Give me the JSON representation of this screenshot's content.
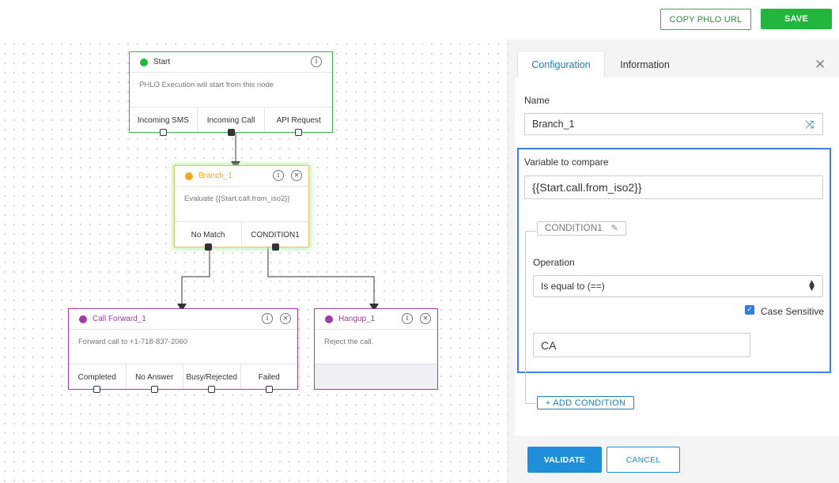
{
  "header": {
    "copy_label": "COPY PHLO URL",
    "save_label": "SAVE"
  },
  "nodes": {
    "start": {
      "title": "Start",
      "body": "PHLO Execution will start from this node",
      "ports": [
        "Incoming SMS",
        "Incoming Call",
        "API Request"
      ],
      "color": "#22b73c"
    },
    "branch": {
      "title": "Branch_1",
      "body": "Evaluate {{Start.call.from_iso2}}",
      "ports": [
        "No Match",
        "CONDITION1"
      ],
      "color": "#f5a623"
    },
    "call_forward": {
      "title": "Call Forward_1",
      "body": "Forward call to +1-718-837-2060",
      "ports": [
        "Completed",
        "No Answer",
        "Busy/Rejected",
        "Failed"
      ],
      "color": "#a13ba7"
    },
    "hangup": {
      "title": "Hangup_1",
      "body": "Reject the call.",
      "color": "#a13ba7"
    }
  },
  "panel": {
    "tabs": [
      {
        "label": "Configuration",
        "active": true
      },
      {
        "label": "Information",
        "active": false
      }
    ],
    "name_label": "Name",
    "name_value": "Branch_1",
    "variable_label": "Variable to compare",
    "variable_value": "{{Start.call.from_iso2}}",
    "condition_name": "CONDITION1",
    "operation_label": "Operation",
    "operation_value": "Is equal to (==)",
    "case_sensitive_label": "Case Sensitive",
    "case_sensitive_checked": true,
    "compare_value": "CA",
    "add_condition_label": "+ ADD CONDITION",
    "validate_label": "VALIDATE",
    "cancel_label": "CANCEL"
  },
  "colors": {
    "accent_blue": "#1e8fd8",
    "highlight_border": "#3a7ee8",
    "save_green": "#22b73c"
  }
}
